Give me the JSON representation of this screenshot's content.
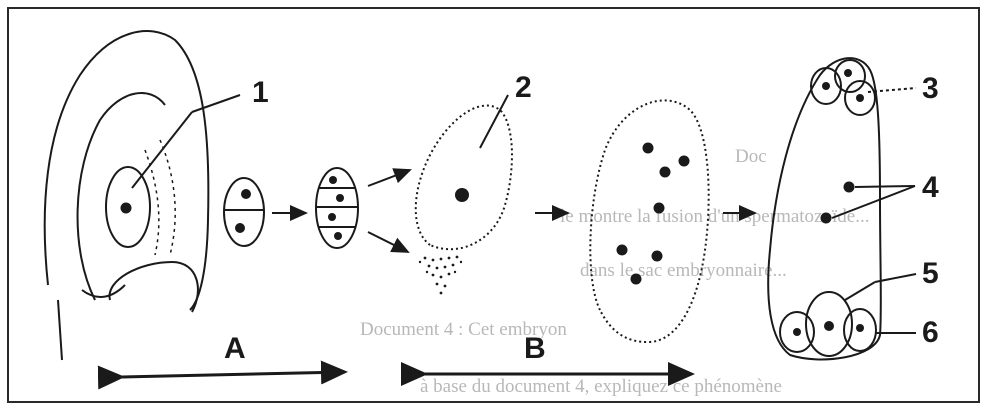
{
  "labels": {
    "l1": "1",
    "l2": "2",
    "l3": "3",
    "l4": "4",
    "l5": "5",
    "l6": "6",
    "phase_a": "A",
    "phase_b": "B"
  },
  "background_text": [
    "Doc",
    "le montre la fusion d'un spermatozoïde...",
    "dans le sac embryonnaire...",
    "Document 4 : Cet embryon",
    "à base du document 4, expliquez ce phénomène"
  ],
  "colors": {
    "ink": "#1a1a1a",
    "paper": "#ffffff",
    "frame": "#2a2a2a",
    "bleed_text": "#b8b8b8"
  }
}
